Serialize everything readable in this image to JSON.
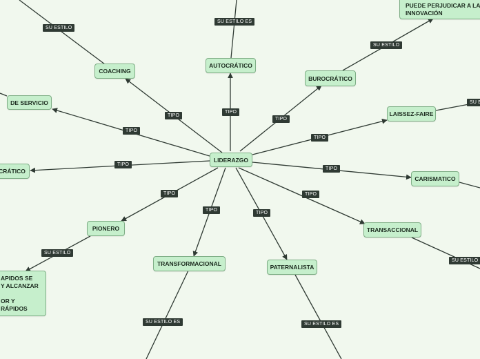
{
  "center": "LIDERAZGO",
  "nodes": {
    "coaching": "COACHING",
    "autocratico": "AUTOCRÁTICO",
    "burocratico": "BUROCRÁTICO",
    "de_servicio": "DE SERVICIO",
    "laissez_faire": "LAISSEZ-FAIRE",
    "democratico_partial": "CRÁTICO",
    "carismatico": "CARISMATICO",
    "pionero": "PIONERO",
    "transaccional": "TRANSACCIONAL",
    "transformacional": "TRANSFORMACIONAL",
    "paternalista": "PATERNALISTA",
    "burocratico_style": [
      "PUEDE PERJUDICAR A LA CA",
      "INNOVACIÓN"
    ],
    "pionero_style": [
      "APIDOS SE",
      "Y ALCANZAR",
      "",
      "OR Y",
      "RÁPIDOS"
    ]
  },
  "labels": {
    "tipo": "TIPO",
    "su_estilo": "SU ESTILO",
    "su_estilo_es": "SU ESTILO ES",
    "su_e_partial": "SU E",
    "su_estilo_e_partial": "SU ESTILO E"
  },
  "colors": {
    "background": "#f1f8ee",
    "node_fill": "#c6efcc",
    "node_border": "#7fae86",
    "edge": "#2f3a33",
    "label_fill": "#2f3a33"
  }
}
